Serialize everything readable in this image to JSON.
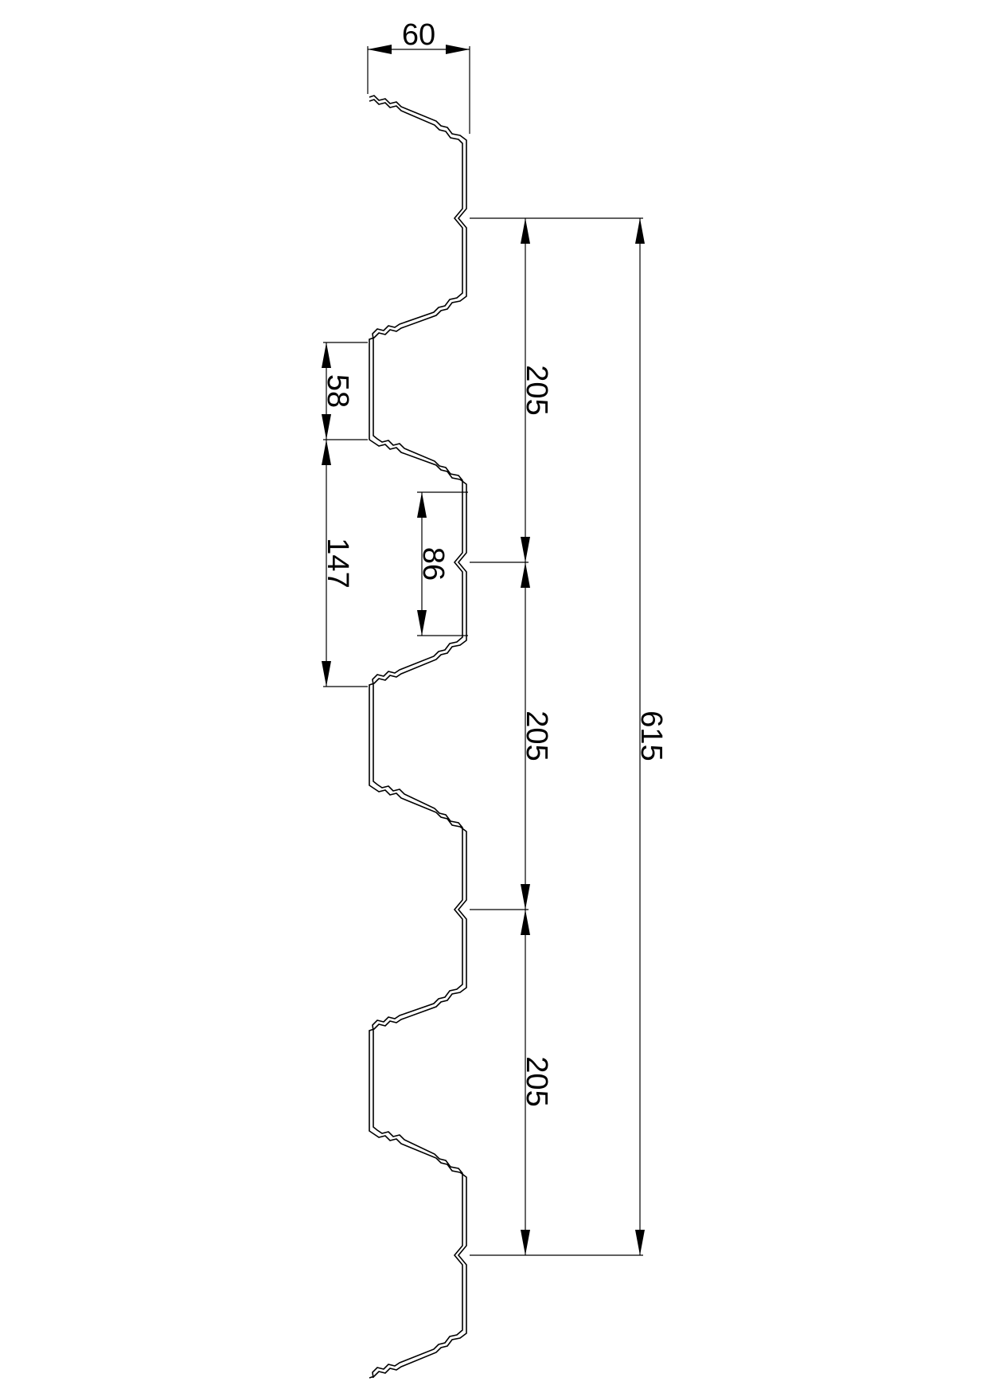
{
  "dimensions": {
    "top_width": "60",
    "trough_height": "58",
    "crest_spacing": "147",
    "rib_height": "86",
    "pitch_1": "205",
    "pitch_2": "205",
    "pitch_3": "205",
    "total_cover_width": "615"
  },
  "colors": {
    "line": "#000000",
    "background": "#ffffff"
  }
}
